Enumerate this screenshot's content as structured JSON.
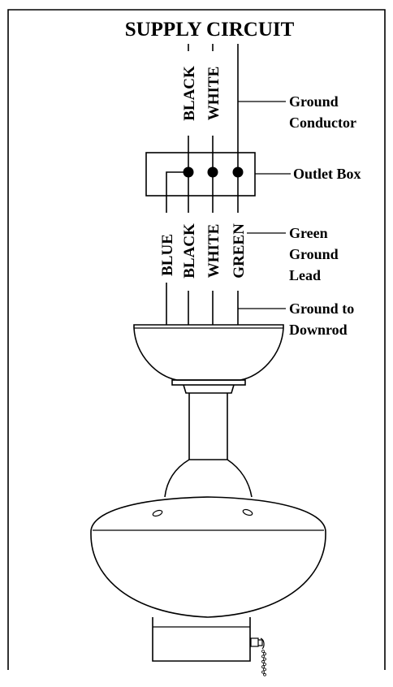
{
  "diagram": {
    "title": "SUPPLY CIRCUIT",
    "supply_wires": [
      "BLACK",
      "WHITE"
    ],
    "fan_wires": [
      "BLUE",
      "BLACK",
      "WHITE",
      "GREEN"
    ],
    "callouts": {
      "ground_conductor": [
        "Ground",
        "Conductor"
      ],
      "outlet_box": "Outlet Box",
      "green_ground_lead": [
        "Green",
        "Ground",
        "Lead"
      ],
      "ground_to_downrod": [
        "Ground to",
        "Downrod"
      ]
    }
  }
}
